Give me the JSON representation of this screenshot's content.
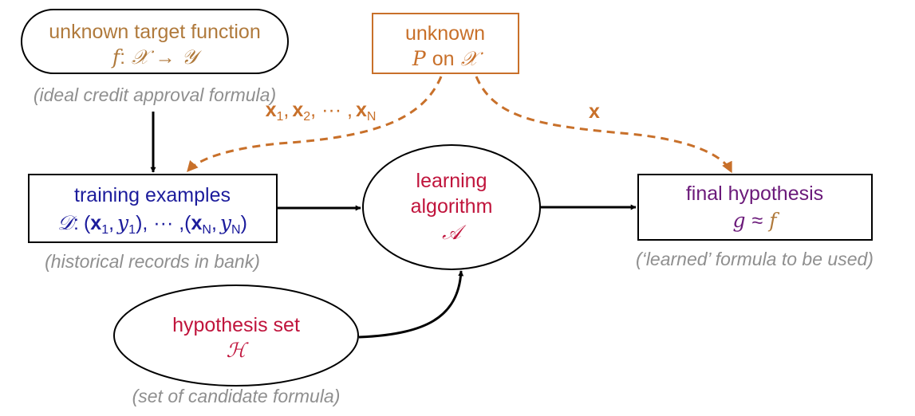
{
  "colors": {
    "brown": "#b07a3c",
    "orange": "#c8702a",
    "navy": "#1c1c9c",
    "crimson": "#c0143c",
    "purple": "#6b1a7a",
    "caption_gray": "#8f8f8f",
    "line": "#000000"
  },
  "target": {
    "label": "unknown target function",
    "formula_f": "f",
    "formula_colon": ":",
    "formula_X": "𝒳",
    "formula_arrow": "→",
    "formula_Y": "𝒴",
    "caption": "(ideal credit approval formula)"
  },
  "distribution": {
    "label": "unknown",
    "formula_P": "P",
    "formula_on": "on",
    "formula_X": "𝒳"
  },
  "samples": {
    "x1": "x",
    "sub1": "1",
    "comma1": ",",
    "x2": "x",
    "sub2": "2",
    "dots": ", ··· ,",
    "xN": "x",
    "subN": "N"
  },
  "test_point": {
    "label": "x"
  },
  "training": {
    "label": "training examples",
    "D": "𝒟",
    "colon": ":",
    "open1": "(",
    "x1": "x",
    "sub_x1": "1",
    "comma_a": ",",
    "y1": "y",
    "sub_y1": "1",
    "close1": ")",
    "middle": ", ··· ,",
    "openN": "(",
    "xN": "x",
    "sub_xN": "N",
    "comma_b": ",",
    "yN": "y",
    "sub_yN": "N",
    "closeN": ")",
    "caption": "(historical records in bank)"
  },
  "algorithm": {
    "line1": "learning",
    "line2": "algorithm",
    "symbol": "𝒜"
  },
  "final": {
    "label": "final hypothesis",
    "g": "g",
    "approx": "≈",
    "f": "f",
    "caption": "(‘learned’ formula to be used)"
  },
  "hypothesis_set": {
    "label": "hypothesis set",
    "symbol": "ℋ",
    "caption": "(set of candidate formula)"
  }
}
